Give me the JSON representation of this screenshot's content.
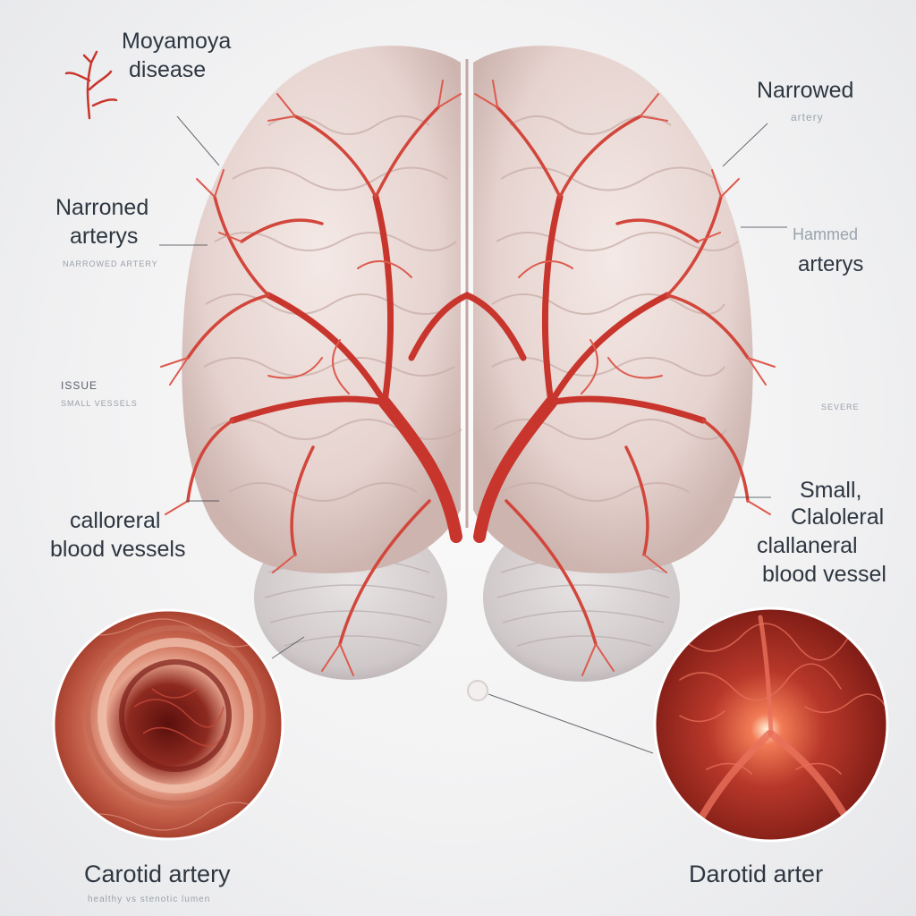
{
  "labels": {
    "title_line1": "Moyamoya",
    "title_line2": "disease",
    "narrowed_right": "Narrowed",
    "narrowed_right_sub": "artery",
    "narrowed_left_line1": "Narroned",
    "narrowed_left_line2": "arterys",
    "narrowed_left_sub": "NARROWED ARTERY",
    "mid_left_tag": "ISSUE",
    "mid_left_sub": "SMALL VESSELS",
    "inflamed_right_line1": "Hammed",
    "inflamed_right_line2": "arterys",
    "mid_right_sub": "SEVERE",
    "collateral_left_line1": "callorеral",
    "collateral_left_line2": "blood vessels",
    "collateral_right_line1": "Small,",
    "collateral_right_line2": "Clalolеral",
    "collateral_right_line3": "clallaneral",
    "collateral_right_line4": "blood vessel",
    "carotid_left": "Carotid artery",
    "carotid_left_sub": "healthy vs stenotic lumen",
    "carotid_right": "Darotid arter"
  },
  "colors": {
    "artery": "#c8352c",
    "artery_light": "#e0554a",
    "brain": "#ead9d5",
    "brain_shadow": "#c9b2ad",
    "cerebellum": "#d9d3d3",
    "text": "#2e3640"
  }
}
